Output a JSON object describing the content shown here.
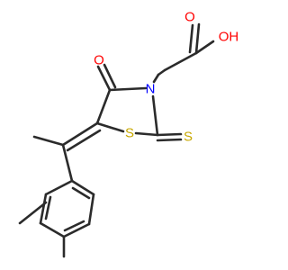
{
  "molecule": {
    "atoms": {
      "O_carbonyl": "O",
      "N_ring": "N",
      "S_ring": "S",
      "S_thione": "S",
      "O_acid_double": "O",
      "OH_acid": "OH"
    },
    "colors": {
      "bond": "#2b2b2b",
      "oxygen": "#ff0000",
      "nitrogen": "#0000ff",
      "sulfur": "#c8a800"
    }
  }
}
